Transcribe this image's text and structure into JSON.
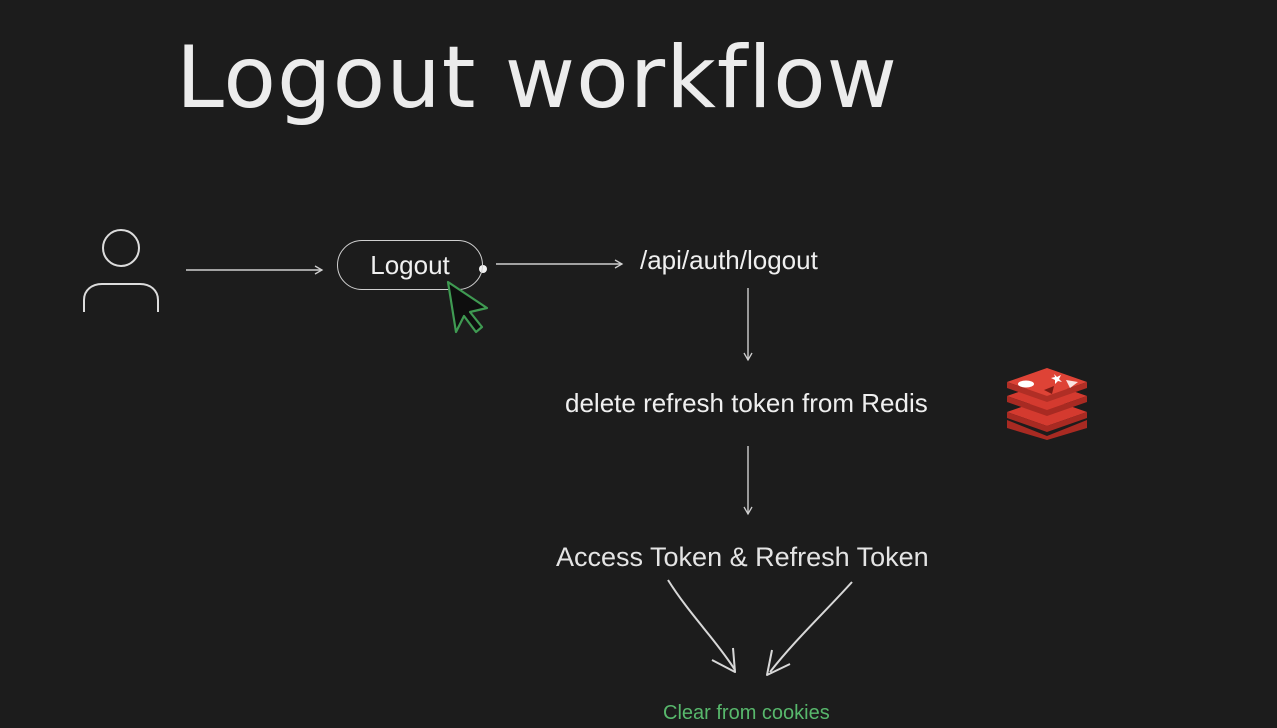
{
  "title": "Logout workflow",
  "nodes": {
    "logout_button": "Logout",
    "endpoint": "/api/auth/logout",
    "delete_step": "delete refresh token from Redis",
    "tokens_step": "Access Token & Refresh Token",
    "clear_step": "Clear from cookies"
  },
  "icons": {
    "user": "user-icon",
    "cursor": "cursor-icon",
    "redis": "redis-icon"
  },
  "colors": {
    "background": "#1c1c1c",
    "text": "#efefef",
    "cursor": "#3f9a52",
    "highlight": "#58b86c",
    "redis": "#d23a2e"
  }
}
